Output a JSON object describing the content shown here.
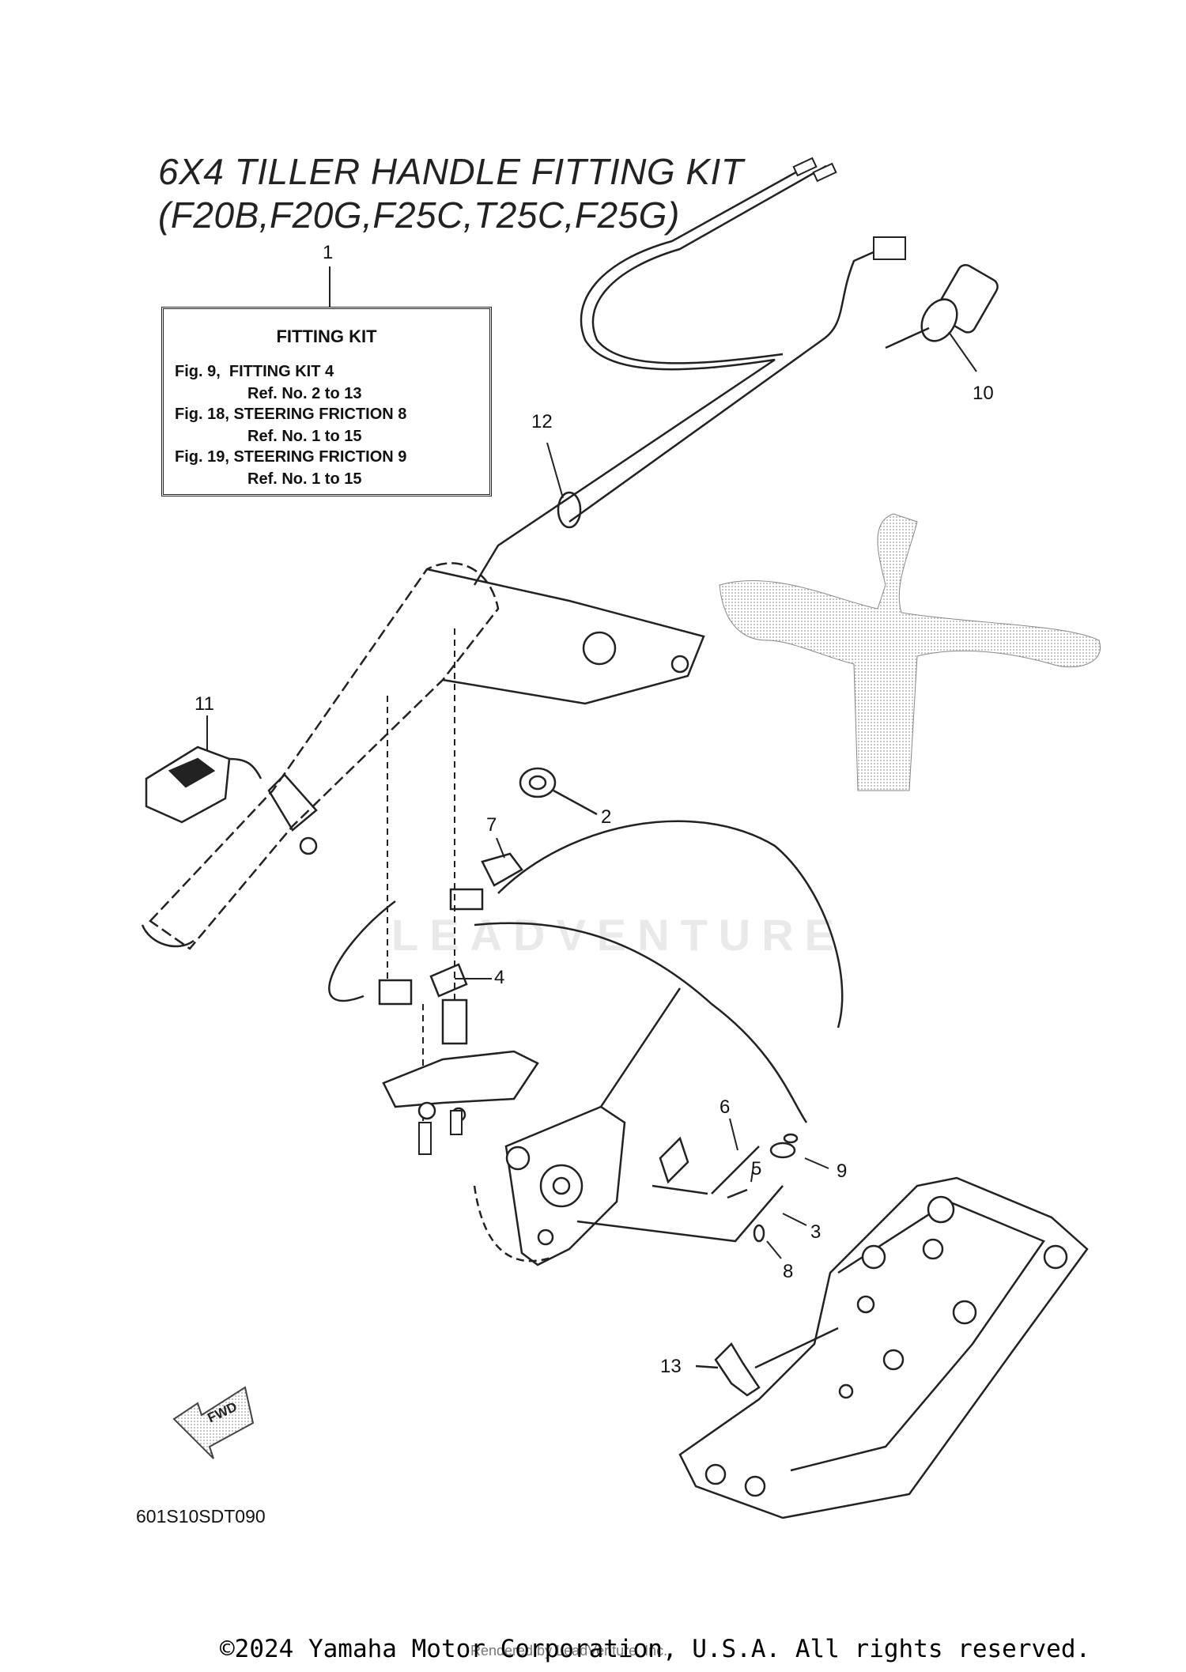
{
  "title": {
    "line1": "6X4 TILLER HANDLE FITTING KIT",
    "line2": "(F20B,F20G,F25C,T25C,F25G)"
  },
  "fitting_kit_box": {
    "heading": "FITTING KIT",
    "lines": [
      "Fig. 9,  FITTING KIT 4",
      "Ref. No. 2 to 13",
      "Fig. 18, STEERING FRICTION 8",
      "Ref. No. 1 to 15",
      "Fig. 19, STEERING FRICTION 9",
      "Ref. No. 1 to 15"
    ]
  },
  "callouts": [
    "1",
    "2",
    "3",
    "4",
    "5",
    "6",
    "7",
    "8",
    "9",
    "10",
    "11",
    "12",
    "13"
  ],
  "fwd_label": "FWD",
  "diagram_code": "601S10SDT090",
  "watermark": "LEADVENTURE",
  "copyright": "©2024 Yamaha Motor Corporation, U.S.A. All rights reserved.",
  "rendered_by": "Rendered by LeadVenture, Inc.",
  "icons": {
    "fwd": "fwd-arrow-icon"
  }
}
